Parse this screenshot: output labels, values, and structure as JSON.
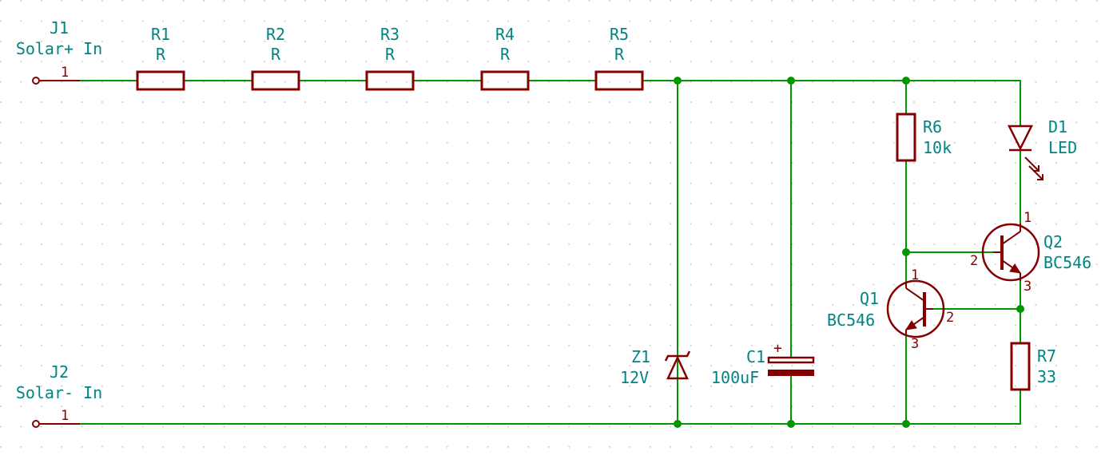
{
  "components": {
    "J1": {
      "ref": "J1",
      "value": "Solar+ In",
      "pin": "1"
    },
    "J2": {
      "ref": "J2",
      "value": "Solar- In",
      "pin": "1"
    },
    "R1": {
      "ref": "R1",
      "value": "R"
    },
    "R2": {
      "ref": "R2",
      "value": "R"
    },
    "R3": {
      "ref": "R3",
      "value": "R"
    },
    "R4": {
      "ref": "R4",
      "value": "R"
    },
    "R5": {
      "ref": "R5",
      "value": "R"
    },
    "R6": {
      "ref": "R6",
      "value": "10k"
    },
    "R7": {
      "ref": "R7",
      "value": "33"
    },
    "Z1": {
      "ref": "Z1",
      "value": "12V"
    },
    "C1": {
      "ref": "C1",
      "value": "100uF",
      "polarity": "+"
    },
    "D1": {
      "ref": "D1",
      "value": "LED"
    },
    "Q1": {
      "ref": "Q1",
      "value": "BC546",
      "pin1": "1",
      "pin2": "2",
      "pin3": "3"
    },
    "Q2": {
      "ref": "Q2",
      "value": "BC546",
      "pin1": "1",
      "pin2": "2",
      "pin3": "3"
    }
  },
  "colors": {
    "wire": "#009600",
    "component": "#840000",
    "label": "#008484",
    "grid": "#c8c8c8"
  }
}
